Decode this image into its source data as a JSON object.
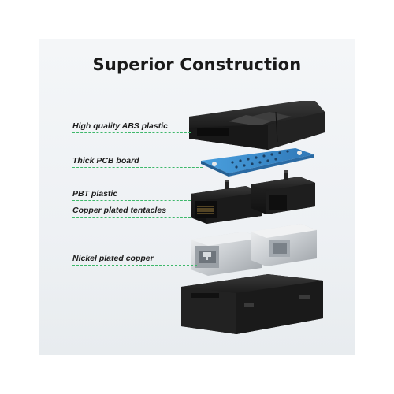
{
  "title": "Superior Construction",
  "labels": {
    "abs": "High quality ABS plastic",
    "pcb": "Thick PCB board",
    "pbt": "PBT plastic",
    "tentacles": "Copper plated tentacles",
    "nickel": "Nickel plated copper"
  },
  "colors": {
    "leader": "#3db86a",
    "pcb_blue": "#3c8fcf",
    "plastic_black": "#1f1f1f",
    "metal": "#d7dadd"
  }
}
